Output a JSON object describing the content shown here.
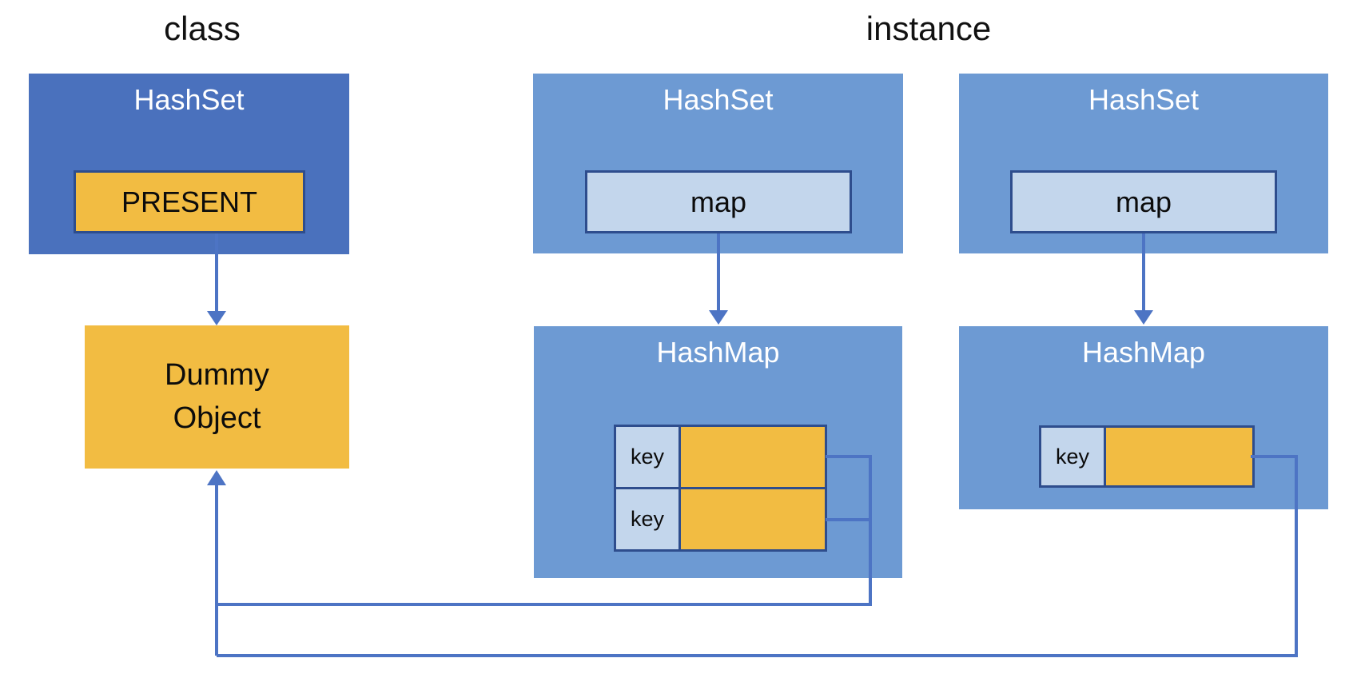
{
  "section_labels": {
    "class": "class",
    "instance": "instance"
  },
  "colors": {
    "class_box_blue": "#4a71bd",
    "instance_box_blue": "#6d9ad3",
    "field_light_blue": "#c3d6ec",
    "highlight_orange": "#f2bc42",
    "border_navy": "#2e4d8d",
    "connector_blue": "#4d74c4"
  },
  "class_column": {
    "hashset": {
      "title": "HashSet",
      "static_field": "PRESENT"
    },
    "dummy_object": {
      "line1": "Dummy",
      "line2": "Object"
    }
  },
  "instance_columns": [
    {
      "hashset": {
        "title": "HashSet",
        "field": "map"
      },
      "hashmap": {
        "title": "HashMap",
        "entries": [
          {
            "key": "key",
            "value": ""
          },
          {
            "key": "key",
            "value": ""
          }
        ]
      }
    },
    {
      "hashset": {
        "title": "HashSet",
        "field": "map"
      },
      "hashmap": {
        "title": "HashMap",
        "entries": [
          {
            "key": "key",
            "value": ""
          }
        ]
      }
    }
  ]
}
